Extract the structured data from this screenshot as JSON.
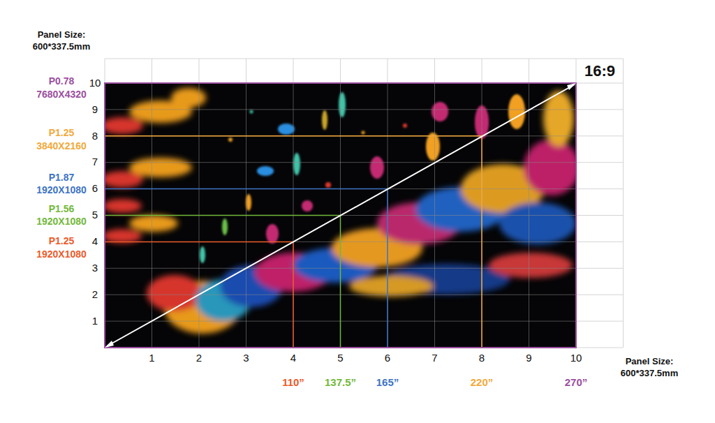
{
  "diagram": {
    "labels": [
      "Panel Size:",
      "600*337.5mm",
      "16:9",
      "P0.78",
      "7680X4320",
      "P1.25",
      "3840X2160",
      "P1.87",
      "1920X1080",
      "P1.56",
      "1920X1080",
      "P1.25",
      "1920X1080",
      "10",
      "9",
      "8",
      "7",
      "6",
      "5",
      "4",
      "3",
      "2",
      "1",
      "1",
      "2",
      "3",
      "4",
      "5",
      "6",
      "7",
      "8",
      "9",
      "10",
      "110”",
      "137.5”",
      "165”",
      "220”",
      "270”",
      "Panel Size:",
      "600*337.5mm"
    ]
  }
}
